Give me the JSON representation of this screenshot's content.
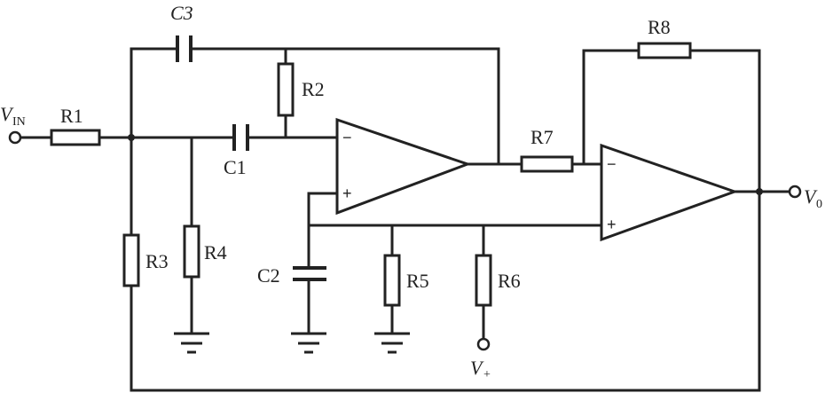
{
  "labels": {
    "vin_main": "V",
    "vin_sub": "IN",
    "vo_main": "V",
    "vo_sub": "0",
    "vplus_main": "V",
    "vplus_sub": "+",
    "r1": "R1",
    "r2": "R2",
    "r3": "R3",
    "r4": "R4",
    "r5": "R5",
    "r6": "R6",
    "r7": "R7",
    "r8": "R8",
    "c1": "C1",
    "c2": "C2",
    "c3": "C3"
  },
  "opamps": {
    "u1": {
      "minus": "−",
      "plus": "+"
    },
    "u2": {
      "minus": "−",
      "plus": "+"
    }
  }
}
